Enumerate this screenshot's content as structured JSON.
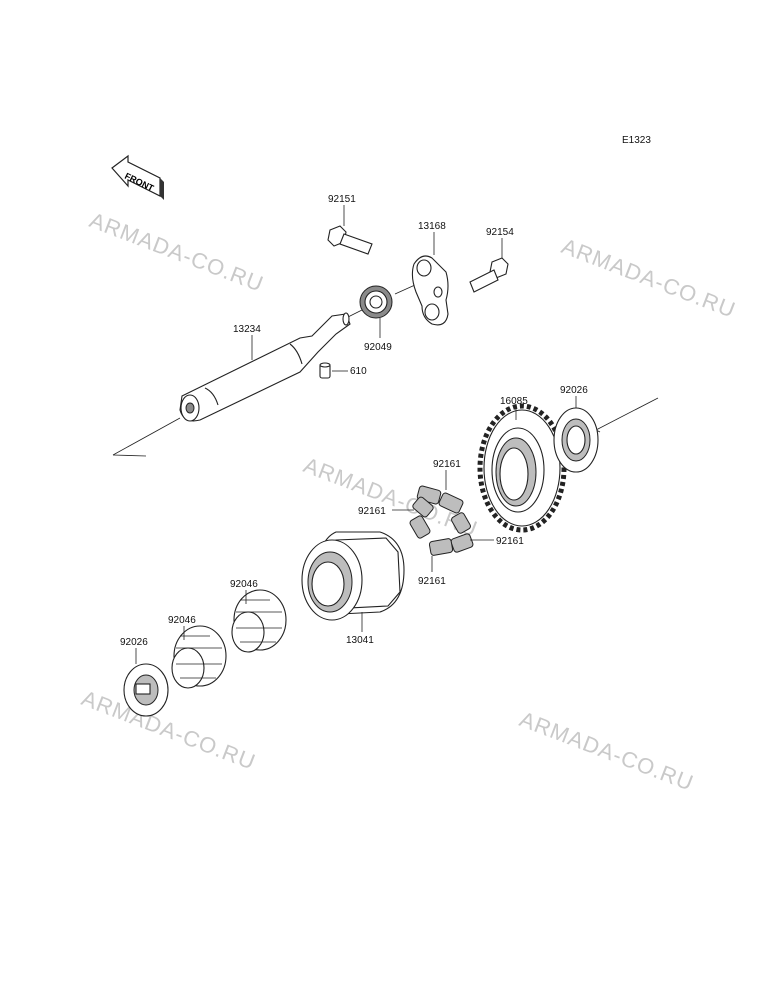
{
  "diagram_code": "E1323",
  "front_label": "FRONT",
  "watermark": "ARMADA-CO.RU",
  "parts": {
    "bolt_1": "92151",
    "bracket": "13168",
    "bolt_2": "92154",
    "shaft": "13234",
    "oil_seal": "92049",
    "pin": "610",
    "gear": "16085",
    "washer_top": "92026",
    "damper_top": "92161",
    "damper_left": "92161",
    "damper_right": "92161",
    "damper_bottom": "92161",
    "bearing_1": "92046",
    "bearing_2": "92046",
    "washer_bottom": "92026",
    "hub": "13041"
  }
}
